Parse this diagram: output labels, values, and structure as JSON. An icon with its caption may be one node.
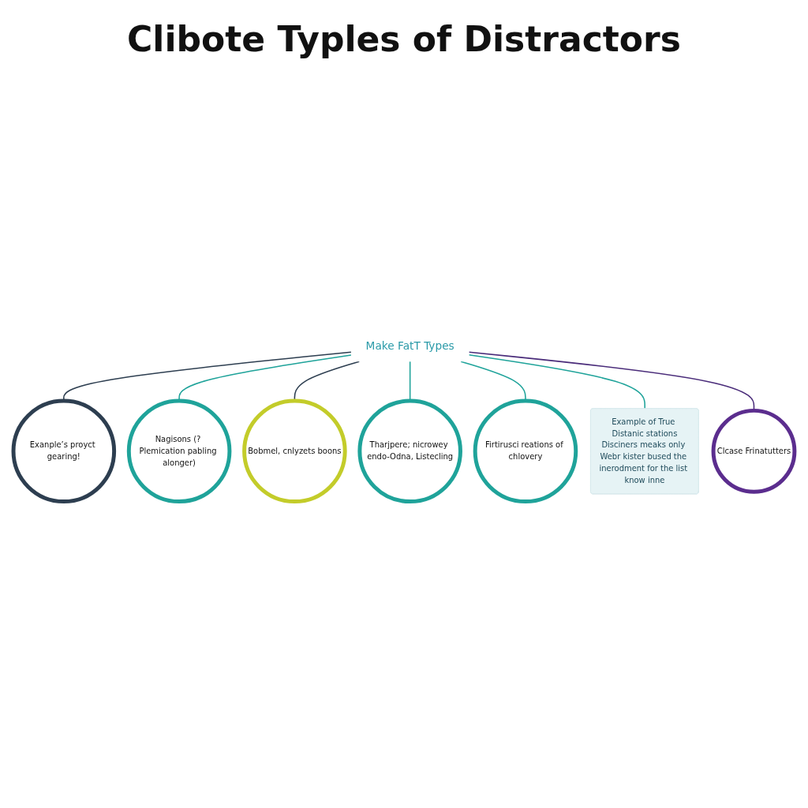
{
  "diagram": {
    "title": "Clibote Typles of Distractors",
    "nodes": [
      {
        "text": [
          "Exanple’s proyct gearing!"
        ]
      },
      {
        "text": [
          "Nagisons (? Plemication pabling alonger)"
        ]
      },
      {
        "text": [
          "Bobmel, cnlyzets boons"
        ]
      },
      {
        "text": [
          "Make FatT Types"
        ]
      },
      {
        "text": [
          "Tharjpere; nicrowey endo-Odna, Listecling"
        ]
      },
      {
        "text": [
          "Firtirusci reations of chlovery"
        ]
      },
      {
        "text": [
          "Example of True Distanic stations",
          "Disciners meaks only Webr kister bused the inerodment for the list know inne"
        ]
      },
      {
        "text": [
          "Clcase Frinatutters"
        ]
      }
    ],
    "edges": [
      {
        "from": 3,
        "to": 0,
        "arrow": "none",
        "color": "#2d3e50"
      },
      {
        "from": 3,
        "to": 1,
        "arrow": "none"
      },
      {
        "from": 3,
        "to": 2,
        "arrow": "none",
        "color": "#2d3e50"
      },
      {
        "from": 3,
        "to": 4,
        "arrow": "none"
      },
      {
        "from": 3,
        "to": 5,
        "arrow": "none"
      },
      {
        "from": 3,
        "to": 6,
        "arrow": "none"
      },
      {
        "from": 3,
        "to": 7,
        "arrow": "none",
        "color": "#4a2c7a"
      }
    ]
  }
}
